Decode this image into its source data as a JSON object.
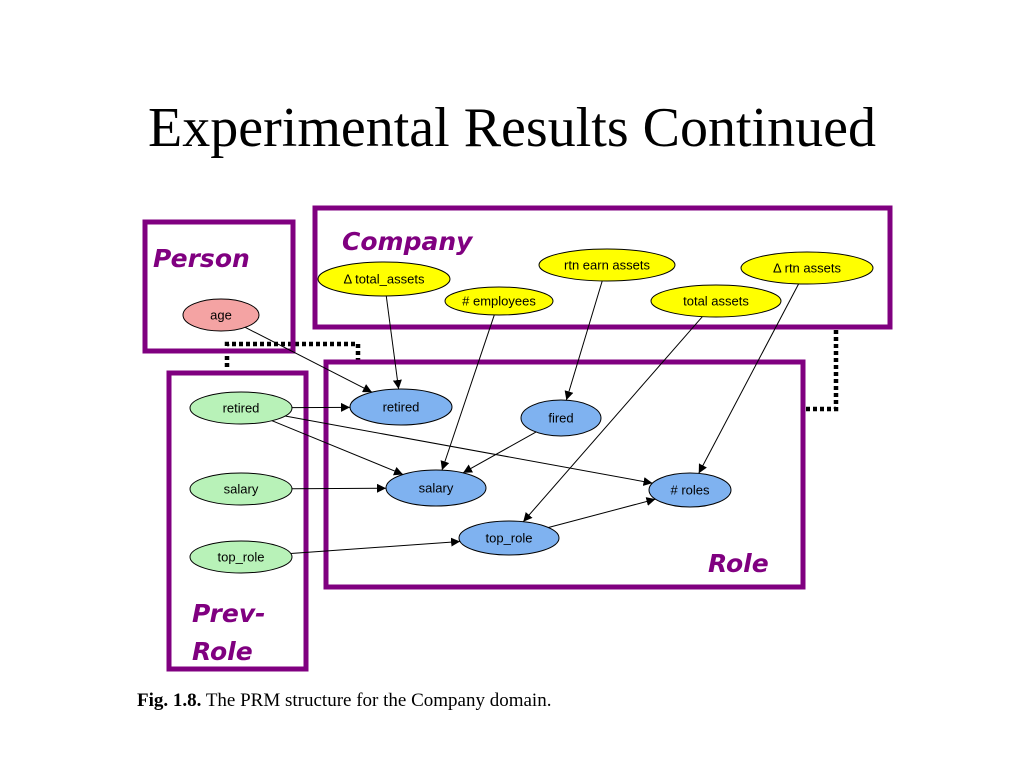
{
  "slide": {
    "title": "Experimental Results Continued"
  },
  "caption": {
    "label": "Fig. 1.8.",
    "text": "The PRM structure for the Company domain."
  },
  "colors": {
    "group_border": "#800080",
    "company_node": "#ffff00",
    "person_node": "#f4a3a3",
    "prev_role_node": "#b8f2b8",
    "role_node": "#7fb2f0"
  },
  "groups": [
    {
      "id": "person",
      "label": "Person"
    },
    {
      "id": "company",
      "label": "Company"
    },
    {
      "id": "prev_role",
      "label": "Prev-\nRole"
    },
    {
      "id": "role",
      "label": "Role"
    }
  ],
  "nodes": [
    {
      "id": "c_total_assets_delta",
      "label": "Δ total_assets",
      "group": "company"
    },
    {
      "id": "c_employees",
      "label": "# employees",
      "group": "company"
    },
    {
      "id": "c_rtn_earn",
      "label": "rtn earn assets",
      "group": "company"
    },
    {
      "id": "c_total_assets",
      "label": "total assets",
      "group": "company"
    },
    {
      "id": "c_rtn_assets_delta",
      "label": "Δ rtn assets",
      "group": "company"
    },
    {
      "id": "p_age",
      "label": "age",
      "group": "person"
    },
    {
      "id": "pr_retired",
      "label": "retired",
      "group": "prev_role"
    },
    {
      "id": "pr_salary",
      "label": "salary",
      "group": "prev_role"
    },
    {
      "id": "pr_top_role",
      "label": "top_role",
      "group": "prev_role"
    },
    {
      "id": "r_retired",
      "label": "retired",
      "group": "role"
    },
    {
      "id": "r_fired",
      "label": "fired",
      "group": "role"
    },
    {
      "id": "r_salary",
      "label": "salary",
      "group": "role"
    },
    {
      "id": "r_roles",
      "label": "# roles",
      "group": "role"
    },
    {
      "id": "r_top_role",
      "label": "top_role",
      "group": "role"
    }
  ],
  "edges": [
    [
      "p_age",
      "r_retired"
    ],
    [
      "c_total_assets_delta",
      "r_retired"
    ],
    [
      "pr_retired",
      "r_retired"
    ],
    [
      "pr_retired",
      "r_salary"
    ],
    [
      "pr_retired",
      "r_roles"
    ],
    [
      "c_employees",
      "r_salary"
    ],
    [
      "c_rtn_earn",
      "r_fired"
    ],
    [
      "r_fired",
      "r_salary"
    ],
    [
      "pr_salary",
      "r_salary"
    ],
    [
      "c_total_assets",
      "r_top_role"
    ],
    [
      "c_rtn_assets_delta",
      "r_roles"
    ],
    [
      "r_top_role",
      "r_roles"
    ],
    [
      "pr_top_role",
      "r_top_role"
    ]
  ]
}
